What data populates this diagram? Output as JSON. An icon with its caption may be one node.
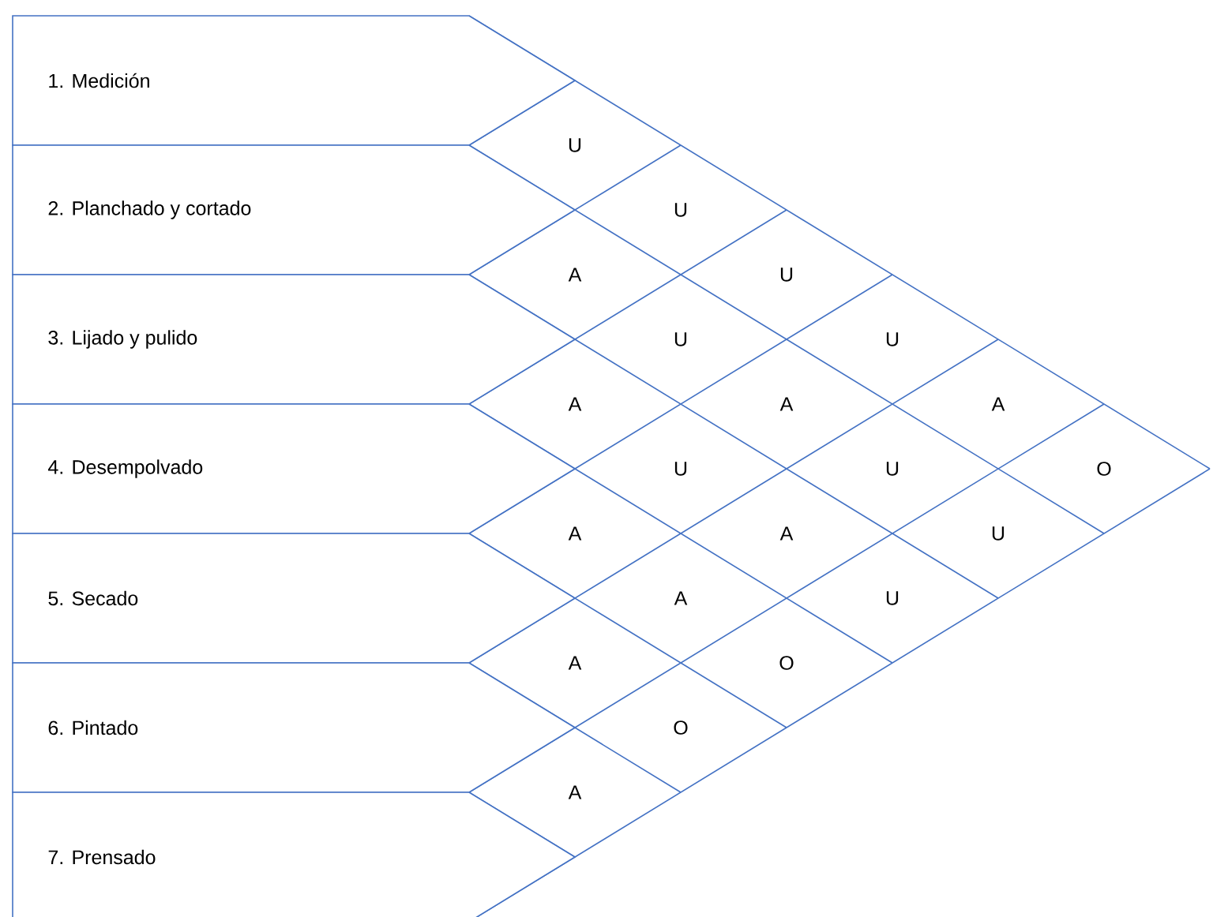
{
  "diagram": {
    "nodes": [
      {
        "text": [
          "1. Medición"
        ]
      },
      {
        "text": [
          "2. Planchado y cortado"
        ]
      },
      {
        "text": [
          "3. Lijado y pulido"
        ]
      },
      {
        "text": [
          "4. Desempolvado"
        ]
      },
      {
        "text": [
          "5. Secado"
        ]
      },
      {
        "text": [
          "6. Pintado"
        ]
      },
      {
        "text": [
          "7. Prensado"
        ]
      }
    ],
    "labels": [
      "U",
      "U",
      "A",
      "U",
      "U",
      "U",
      "A",
      "A",
      "A",
      "U",
      "U",
      "O",
      "A",
      "A",
      "U",
      "A",
      "U",
      "A",
      "O",
      "O",
      "A"
    ]
  }
}
